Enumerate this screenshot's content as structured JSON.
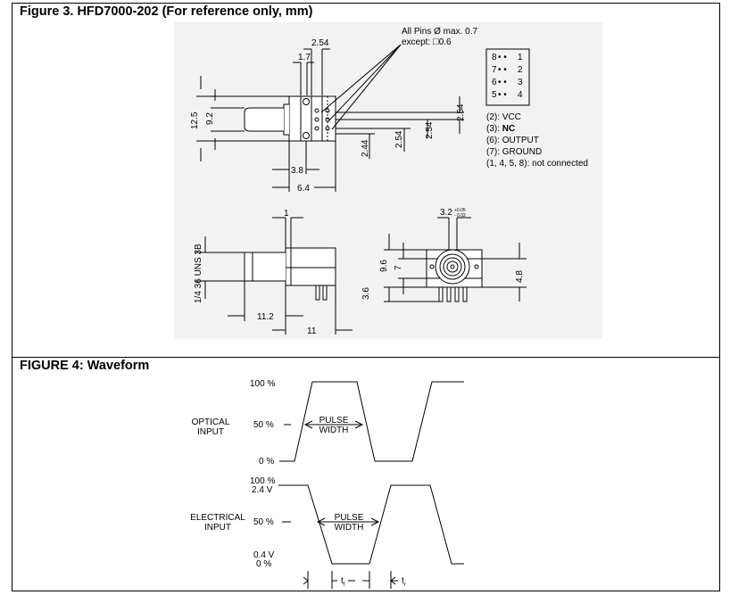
{
  "figure3": {
    "title": "Figure 3. HFD7000-202 (For reference only, mm)",
    "pins_note_1": "All Pins Ø max. 0.7",
    "pins_note_2": "except: ",
    "pins_note_2_value": "0.6",
    "pin_diagram": [
      {
        "left": "8",
        "right": "1"
      },
      {
        "left": "7",
        "right": "2"
      },
      {
        "left": "6",
        "right": "3"
      },
      {
        "left": "5",
        "right": "4"
      }
    ],
    "legend": [
      {
        "code": "(2): ",
        "name": "VCC",
        "bold": false
      },
      {
        "code": "(3): ",
        "name": "NC",
        "bold": true
      },
      {
        "code": "(6): ",
        "name": "OUTPUT",
        "bold": false
      },
      {
        "code": "(7): ",
        "name": "GROUND",
        "bold": false
      },
      {
        "code": "(1, 4, 5, 8): ",
        "name": "not connected",
        "bold": false
      }
    ],
    "dimensions": {
      "d_2_54_top": "2.54",
      "d_1_7": "1.7",
      "d_12_5": "12.5",
      "d_9_2": "9.2",
      "d_2_54_right": "2.54",
      "d_2_54_b": "2.54",
      "d_2_54_c": "2.54",
      "d_2_44": "2.44",
      "d_3_8": "3.8",
      "d_6_4": "6.4",
      "d_1": "1",
      "thread": "1/4 36 UNS 3B",
      "d_11_2": "11.2",
      "d_11": "11",
      "d_3_2": "3.2",
      "d_3_2_tol_plus": "+0.05",
      "d_3_2_tol_minus": "- 0.02",
      "d_9_6": "9.6",
      "d_7": "7",
      "d_3_6": "3.6",
      "d_4_8": "4.8"
    }
  },
  "figure4": {
    "title": "FIGURE 4: Waveform",
    "optical": {
      "label_1": "OPTICAL",
      "label_2": "INPUT",
      "level_100": "100 %",
      "level_50": "50 %",
      "level_0": "0 %",
      "pulse_1": "PULSE",
      "pulse_2": "WIDTH"
    },
    "electrical": {
      "label_1": "ELECTRICAL",
      "label_2": "INPUT",
      "level_100": "100 %",
      "level_100_v": "2.4 V",
      "level_50": "50 %",
      "level_low_v": "0.4 V",
      "level_0": "0 %",
      "pulse_1": "PULSE",
      "pulse_2": "WIDTH",
      "tf": "t",
      "tf_sub": "f",
      "tr": "t",
      "tr_sub": "r"
    }
  }
}
